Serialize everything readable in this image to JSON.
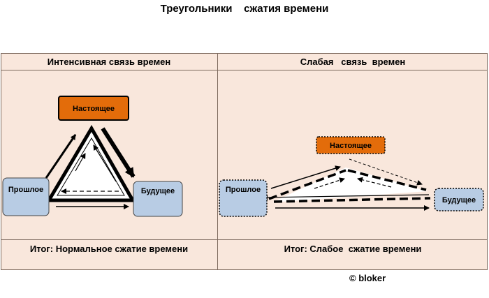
{
  "title": "Треугольники    сжатия времени",
  "left_panel": {
    "header": "Интенсивная связь времен",
    "footer": "Итог: Нормальное сжатие времени",
    "present": "Настоящее",
    "past": "Прошлое",
    "future": "Будущее"
  },
  "right_panel": {
    "header": "Слабая   связь  времен",
    "footer": "Итог: Слабое  сжатие времени",
    "present": "Настоящее",
    "past": "Прошлое",
    "future": "Будущее"
  },
  "credit": "© bloker",
  "colors": {
    "present_fill": "#e36c0a",
    "node_fill": "#b8cce4",
    "panel_fill": "#f9e7dc"
  }
}
